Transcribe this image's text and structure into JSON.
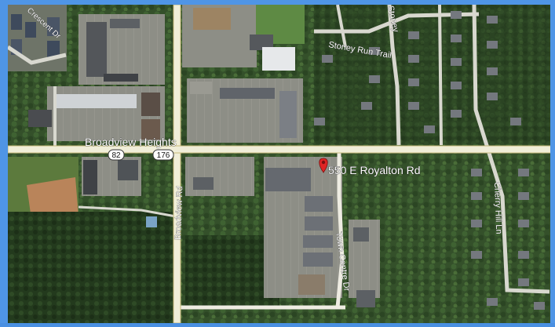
{
  "map": {
    "view": "satellite",
    "roads": {
      "main_ew": "Broadview Heights",
      "broadview": "Broadview Rd",
      "town_centre": "Town Centre Dr",
      "cherry_hill": "Cherry Hill Ln",
      "stoney_run": "Stoney Run Trail",
      "stoney": "Stoney",
      "crescent": "Crescent Dr"
    },
    "shields": {
      "route_a": "82",
      "route_b": "176"
    },
    "marker": {
      "label": "550 E Royalton Rd",
      "color": "#e02424"
    },
    "colors": {
      "road": "#f2f0e4",
      "road_outline": "#c8b97a",
      "vegetation": "#3d5a2e",
      "pavement": "#8e8f87"
    }
  }
}
